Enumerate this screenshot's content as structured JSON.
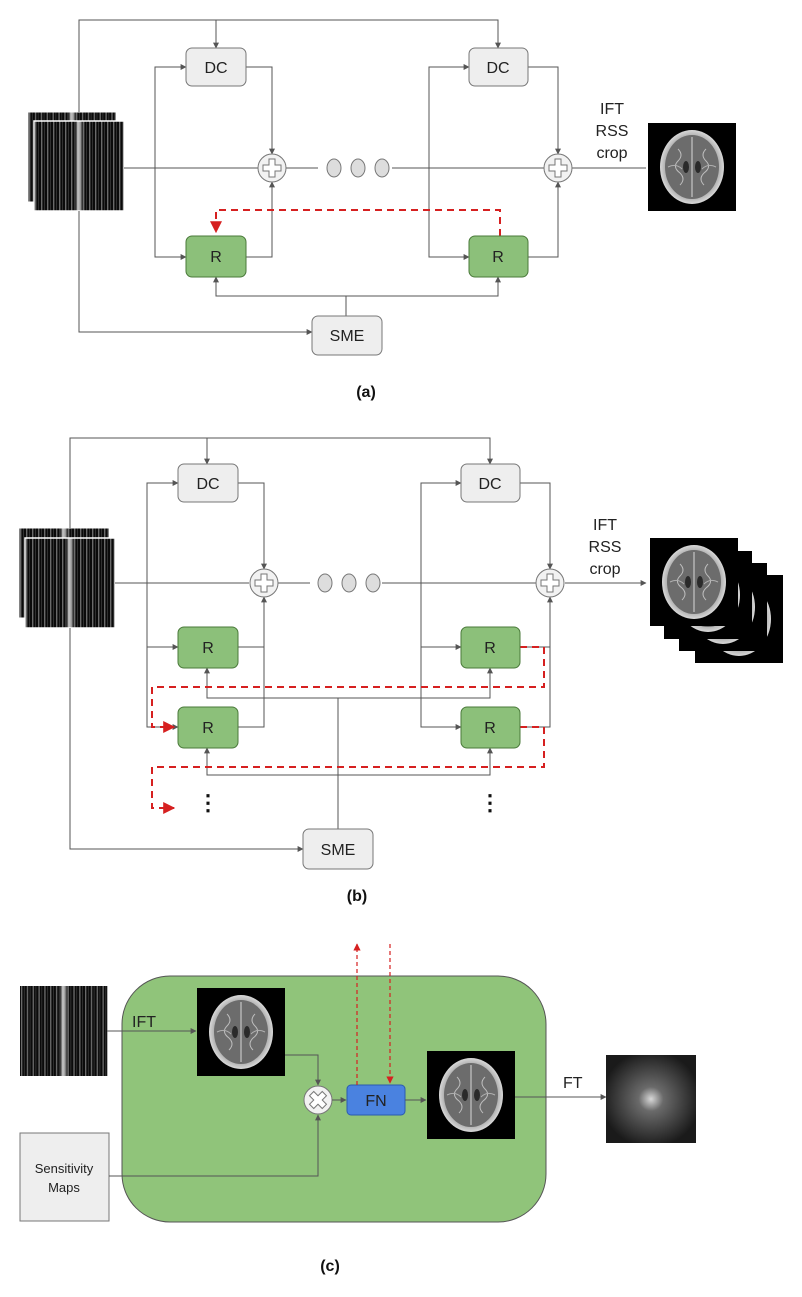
{
  "colors": {
    "dc_fill": "#eeeeee",
    "dc_stroke": "#777777",
    "r_fill": "#8cc07a",
    "r_stroke": "#4a7a3a",
    "fn_fill": "#4a82e0",
    "green_panel": "#90c47a",
    "recurrent_arrow": "#d62020",
    "wire": "#555555"
  },
  "diagram_a": {
    "caption": "(a)",
    "dc_label": "DC",
    "r_label": "R",
    "sme_label": "SME",
    "output_text": [
      "IFT",
      "RSS",
      "crop"
    ]
  },
  "diagram_b": {
    "caption": "(b)",
    "dc_label": "DC",
    "r_label": "R",
    "sme_label": "SME",
    "output_text": [
      "IFT",
      "RSS",
      "crop"
    ],
    "ellipsis": "⋮"
  },
  "diagram_c": {
    "caption": "(c)",
    "ift_label": "IFT",
    "ft_label": "FT",
    "fn_label": "FN",
    "sensitivity_label": [
      "Sensitivity",
      "Maps"
    ]
  },
  "icons": [
    "kspace-stack-icon",
    "mri-brain-icon",
    "sum-node-icon",
    "multiply-node-icon",
    "kspace-spectrum-icon"
  ]
}
